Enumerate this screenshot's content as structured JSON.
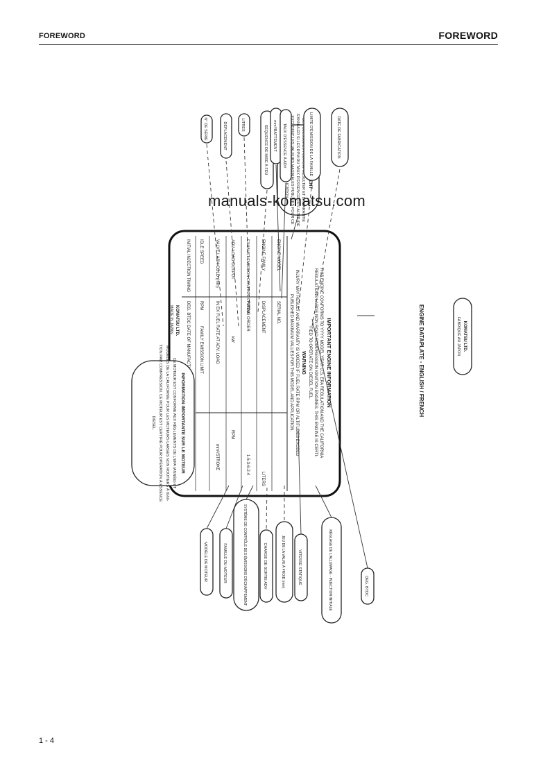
{
  "header": {
    "left": "FOREWORD",
    "right": "FOREWORD"
  },
  "watermark": "manuals-komatsu.com",
  "page_number": "1 - 4",
  "figure_caption": "ENGINE DATAPLATE - ENGLISH / FRENCH",
  "plate": {
    "title": "IMPORTANT ENGINE INFORMATION",
    "intro": [
      "THIS ENGINE CONFORMS TO YYYY MODEL YEAR U.S. EPA REGULATION AND THE CALIFORNIA",
      "REGULATIONS LARGE NON ROAD COMPRESSION IGNITION ENGINES. THIS ENGINE IS CERTI-",
      "FIED TO OPERATE ON DIESEL FUEL."
    ],
    "warning_title": "WARNING",
    "warning": [
      "INJURY MAY RESULT AND WARRANTY IS VOIDED IF FUEL RATE RPM OR ALTITUDES EXCEED",
      "PUBLISHED MAXIMUM VALUES FOR THIS MODEL AND APPLICATION."
    ],
    "rows": [
      {
        "label": "ENGINE MODEL",
        "mid": "SERIAL NO.",
        "right": ""
      },
      {
        "label": "ENGINE FAMILY",
        "mid": "DISPLACEMENT",
        "right": "LITERS"
      },
      {
        "label": "EXHAUST EMISSION CONTROL SYSTEM",
        "mid": "FIRING ORDER",
        "right": "1-5-3-6-2-4"
      },
      {
        "label": "ADV. LOAD OUTPUT",
        "mid": "kW",
        "right": "RPM"
      },
      {
        "label": "VALVE LASH COLD (mm)",
        "mid": "IN      EX      FUEL RATE AT ADV. LOAD",
        "right": "mm³/STROKE"
      },
      {
        "label": "IDLE SPEED",
        "mid": "RPM",
        "right": ""
      },
      {
        "label": "INITIAL INJECTION TIMING",
        "mid": "DEG. BTDC      DATE OF MANUFACTURE",
        "right": ""
      }
    ],
    "emission_limit": "FAMILY EMISSION LIMIT",
    "maker": "KOMATSU LTD.",
    "made_in": "MADE IN JAPAN"
  },
  "top_callouts": [
    "N° DE SÉRIE",
    "DÉPLACEMENT",
    "LITRES",
    "SÉQUENCE DE MISE À FEU",
    "mm³/BATTEMENT",
    "TAUX D'ESSENCE À ADV",
    "LIMITE D'ÉMISSION DE LA FAMILLE",
    "DATE DE FABRICATION"
  ],
  "bottom_callouts": [
    "MODÈLE DE MOTEUR",
    "FAMILLE DU MOTEUR",
    "SYSTÈME DE CONTRÔLE DES ÉMISSIONS D'ÉCHAPPEMENT",
    "CHARGE DE SORTIE ADV",
    "JEU DE LA VALVE À FROID (mm)",
    "VITESSE STATIQUE",
    "RÉGLAGE DE L'ALLUMAGE - INJECTION INITIALE",
    "DEG. BTDC"
  ],
  "side_callouts": {
    "warning_fr": {
      "title": "AVERTISSEMENT",
      "lines": [
        "DES BLESSURES PEUVENT RÉSULTER ET LA GARANTIE",
        "S'ANNULER SI LES RPM DU TAUX D'ESSENCE OU L'ALTITUDE",
        "EXCÈDENT LES VALEURS MAXIMALES PUBLIÉES POUR CE",
        "MODÈLE ET SON APPLICATION."
      ]
    },
    "info_fr": {
      "title": "INFORMATION IMPORTANTE SUR LE MOTEUR",
      "lines": [
        "CE MOTEUR EST CONFORME AUX RÈGLEMENTS DE L'EPA (ANNÉE) ET",
        "MODÈLES DE LA CALIFORNIE POUR LES MOTEURS LARGES NON ROUTIERS À IGNI-",
        "TION PAR COMPRESSION. CE MOTEUR EST CERTIFIÉ POUR OPÉRATION À ESSENCE",
        "DIESEL."
      ]
    },
    "made_in_fr": [
      "KOMATSU LTD.",
      "FABRIQUÉ AU JAPON"
    ]
  }
}
